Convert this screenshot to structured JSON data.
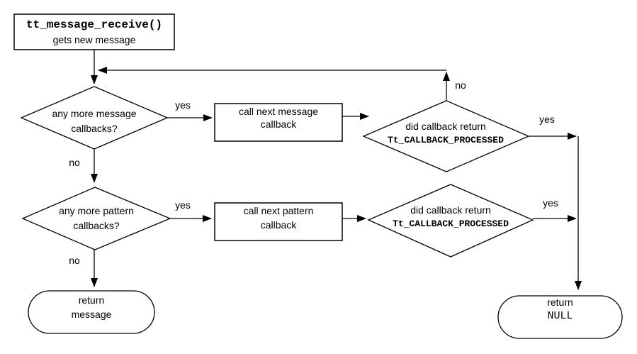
{
  "diagram": {
    "background_color": "#ffffff",
    "line_color": "#000000",
    "nodes": {
      "start": {
        "line1": "tt_message_receive()",
        "line2": "gets new message"
      },
      "msg_decision": {
        "line1": "any more message",
        "line2": "callbacks?"
      },
      "msg_call": {
        "line1": "call next message",
        "line2": "callback"
      },
      "msg_processed": {
        "line1": "did callback return",
        "line2": "Tt_CALLBACK_PROCESSED"
      },
      "pat_decision": {
        "line1": "any more pattern",
        "line2": "callbacks?"
      },
      "pat_call": {
        "line1": "call next pattern",
        "line2": "callback"
      },
      "pat_processed": {
        "line1": "did callback return",
        "line2": "Tt_CALLBACK_PROCESSED"
      },
      "return_message": {
        "line1": "return",
        "line2": "message"
      },
      "return_null": {
        "line1": "return",
        "line2": "NULL"
      }
    },
    "edge_labels": {
      "msg_yes": "yes",
      "msg_no": "no",
      "msg_processed_yes": "yes",
      "msg_processed_no": "no",
      "pat_yes": "yes",
      "pat_no": "no",
      "pat_processed_yes": "yes"
    }
  }
}
